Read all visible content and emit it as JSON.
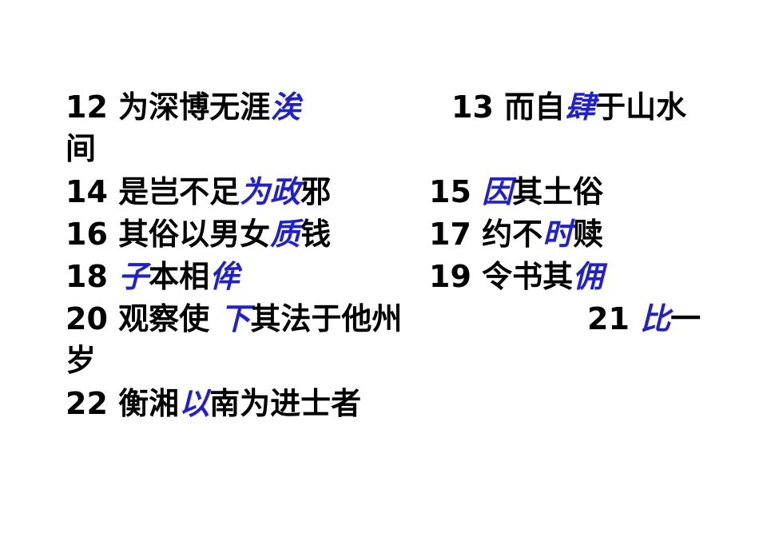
{
  "lines": [
    {
      "id": "line-12",
      "segments": [
        {
          "text": "12 为深博无涯"
        },
        {
          "text": "涘",
          "hl": true
        }
      ]
    },
    {
      "id": "line-12-cont",
      "segments": [
        {
          "text": "间"
        }
      ]
    },
    {
      "id": "line-13",
      "segments": [
        {
          "text": "13 而自"
        },
        {
          "text": "肆",
          "hl": true
        },
        {
          "text": "于山水"
        }
      ]
    },
    {
      "id": "line-14",
      "segments": [
        {
          "text": "14 是岂不足"
        },
        {
          "text": "为政",
          "hl": true
        },
        {
          "text": "邪"
        }
      ]
    },
    {
      "id": "line-15",
      "segments": [
        {
          "text": "15 "
        },
        {
          "text": "因",
          "hl": true
        },
        {
          "text": "其土俗"
        }
      ]
    },
    {
      "id": "line-16",
      "segments": [
        {
          "text": "16 其俗以男女"
        },
        {
          "text": "质",
          "hl": true
        },
        {
          "text": "钱"
        }
      ]
    },
    {
      "id": "line-17",
      "segments": [
        {
          "text": "17 约不"
        },
        {
          "text": "时",
          "hl": true
        },
        {
          "text": "赎"
        }
      ]
    },
    {
      "id": "line-18",
      "segments": [
        {
          "text": "18 "
        },
        {
          "text": "子",
          "hl": true
        },
        {
          "text": "本相"
        },
        {
          "text": "侔",
          "hl": true
        }
      ]
    },
    {
      "id": "line-19",
      "segments": [
        {
          "text": "19 令书其"
        },
        {
          "text": "佣",
          "hl": true
        }
      ]
    },
    {
      "id": "line-20",
      "segments": [
        {
          "text": "20 观察使 "
        },
        {
          "text": "下",
          "hl": true
        },
        {
          "text": "其法于他州"
        }
      ]
    },
    {
      "id": "line-20-cont",
      "segments": [
        {
          "text": "岁"
        }
      ]
    },
    {
      "id": "line-21",
      "segments": [
        {
          "text": "21 "
        },
        {
          "text": "比",
          "hl": true
        },
        {
          "text": "一"
        }
      ]
    },
    {
      "id": "line-22",
      "segments": [
        {
          "text": "22 衡湘"
        },
        {
          "text": "以",
          "hl": true
        },
        {
          "text": "南为进士者"
        }
      ]
    }
  ]
}
